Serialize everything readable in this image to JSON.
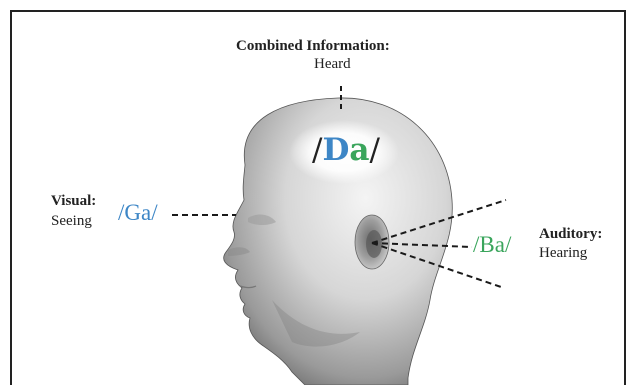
{
  "combined": {
    "title": "Combined Information:",
    "subtitle": "Heard"
  },
  "percept": {
    "open": "/",
    "d": "D",
    "a": "a",
    "close": "/"
  },
  "visual": {
    "title": "Visual:",
    "subtitle": "Seeing",
    "syllable": "/Ga/"
  },
  "auditory": {
    "title": "Auditory:",
    "subtitle": "Hearing",
    "syllable": "/Ba/"
  },
  "colors": {
    "visual": "#3d86c6",
    "auditory": "#3aa55c",
    "text": "#222222",
    "dash": "#1a1a1a"
  }
}
